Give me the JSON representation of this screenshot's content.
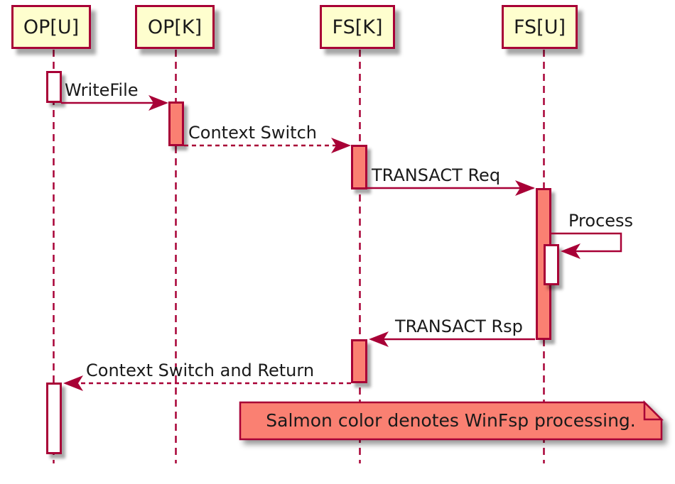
{
  "diagram": {
    "participants": [
      {
        "id": "opu",
        "label": "OP[U]"
      },
      {
        "id": "opk",
        "label": "OP[K]"
      },
      {
        "id": "fsk",
        "label": "FS[K]"
      },
      {
        "id": "fsu",
        "label": "FS[U]"
      }
    ],
    "messages": [
      {
        "label": "WriteFile",
        "from": "OP[U]",
        "to": "OP[K]",
        "style": "solid"
      },
      {
        "label": "Context Switch",
        "from": "OP[K]",
        "to": "FS[K]",
        "style": "dashed"
      },
      {
        "label": "TRANSACT Req",
        "from": "FS[K]",
        "to": "FS[U]",
        "style": "solid"
      },
      {
        "label": "Process",
        "from": "FS[U]",
        "to": "FS[U]",
        "style": "self"
      },
      {
        "label": "TRANSACT Rsp",
        "from": "FS[U]",
        "to": "FS[K]",
        "style": "solid"
      },
      {
        "label": "Context Switch and Return",
        "from": "FS[K]",
        "to": "OP[U]",
        "style": "dashed"
      }
    ],
    "note": {
      "text": "Salmon color denotes WinFsp processing."
    },
    "colors": {
      "border": "#A80036",
      "participant_fill": "#FEFECE",
      "salmon": "#FA8072",
      "text": "#1a1a1a",
      "background": "#FFFFFF"
    }
  }
}
